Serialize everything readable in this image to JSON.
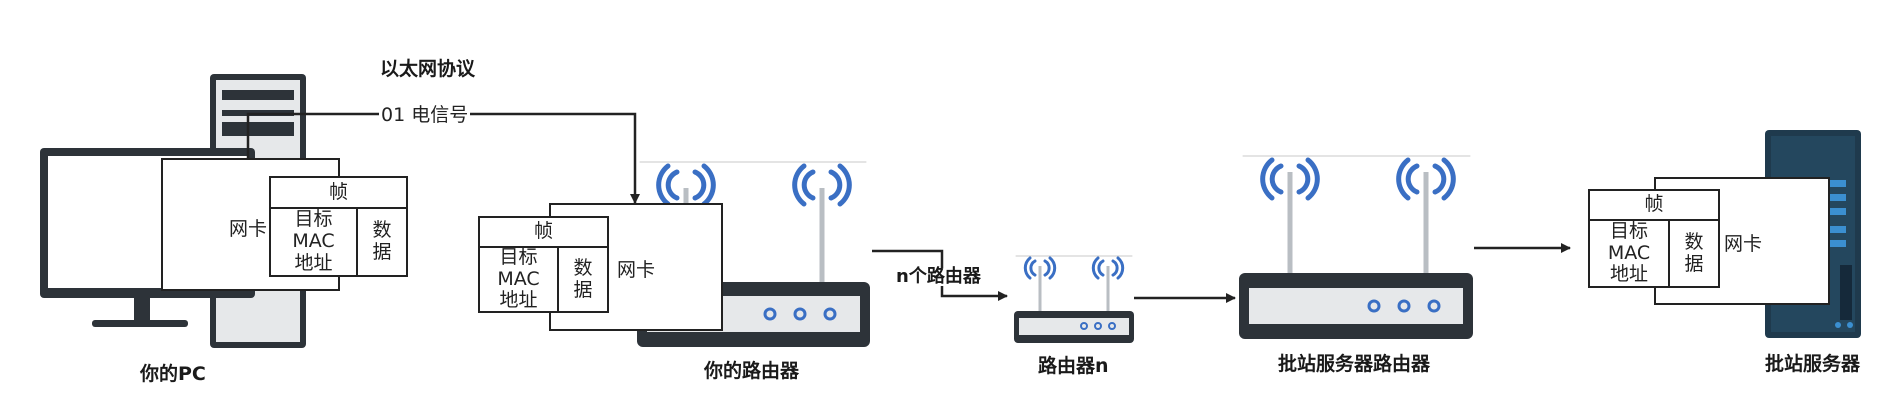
{
  "title": "以太网协议",
  "signal_label": "01 电信号",
  "hop_label": "n个路由器",
  "nic_label": "网卡",
  "frame": {
    "header": "帧",
    "mac_cell": "目标\nMAC\n地址",
    "data_cell": "数\n据"
  },
  "devices": {
    "pc": "你的PC",
    "router": "你的路由器",
    "router_n": "路由器n",
    "server_router": "批站服务器路由器",
    "server": "批站服务器"
  },
  "colors": {
    "signal": "#3a6fc4",
    "device_dark": "#2d3339",
    "device_face": "#e6e8ea",
    "led": "#3a6fc4",
    "server_body": "#1f3a4d",
    "server_accent": "#3b8fd0"
  }
}
